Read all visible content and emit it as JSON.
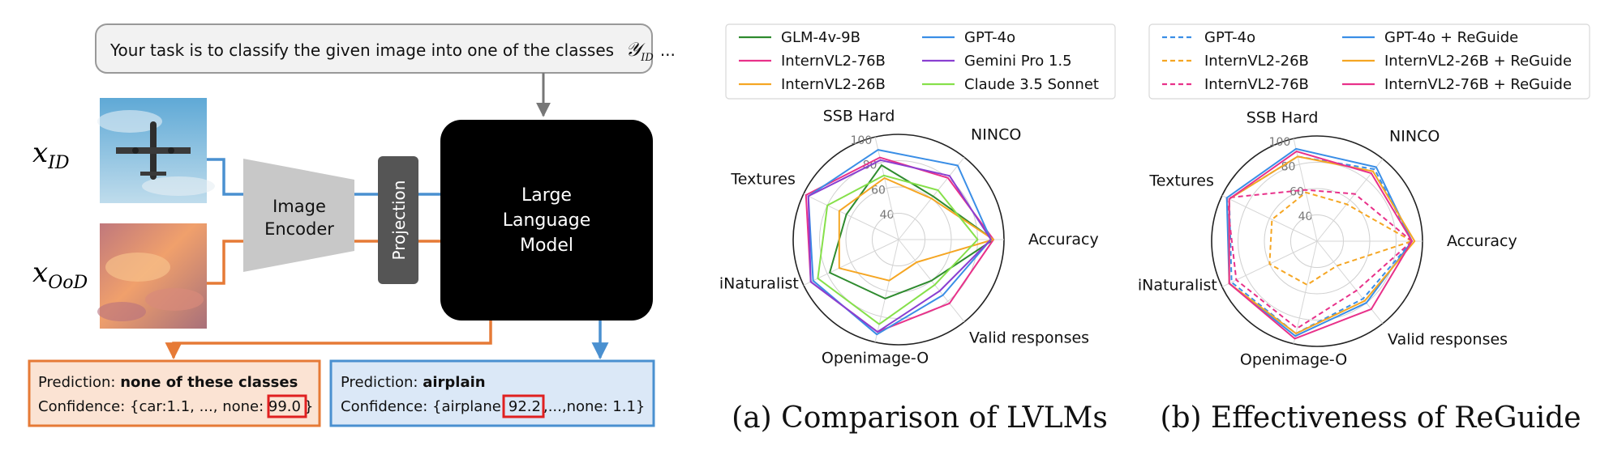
{
  "pipeline": {
    "prompt_text": "Your task is to classify the given image into one of the classes",
    "prompt_symbol": "𝒴",
    "prompt_symbol_sub": "ID",
    "prompt_ellipsis": "...",
    "x_id_main": "x",
    "x_id_sub": "ID",
    "x_ood_main": "x",
    "x_ood_sub": "OoD",
    "encoder_line1": "Image",
    "encoder_line2": "Encoder",
    "projection": "Projection",
    "llm_line1": "Large",
    "llm_line2": "Language",
    "llm_line3": "Model",
    "left_pred_prefix": "Prediction: ",
    "left_pred_value": "none of these classes",
    "left_conf_prefix": "Confidence: {car:1.1, ..., none: ",
    "left_conf_highlight": "99.0",
    "left_conf_suffix": "}",
    "right_pred_prefix": "Prediction: ",
    "right_pred_value": "airplain",
    "right_conf_prefix": "Confidence: {airplane:",
    "right_conf_highlight": "92.2",
    "right_conf_suffix": ",...,none: 1.1}",
    "colors": {
      "blue": "#4a90d0",
      "orange": "#e67a36",
      "llm": "#000000",
      "encoder": "#c8c8c8",
      "projection": "#555555",
      "highlight": "#e02020"
    }
  },
  "chart_data": [
    {
      "type": "radar",
      "caption": "(a) Comparison of LVLMs",
      "axes": [
        "Accuracy",
        "NINCO",
        "SSB Hard",
        "Textures",
        "iNaturalist",
        "Openimage-O",
        "Valid responses"
      ],
      "rlim": [
        20,
        100
      ],
      "ticks": [
        40,
        60,
        80,
        100
      ],
      "legend_placement": "top",
      "series": [
        {
          "name": "GLM-4v-9B",
          "color": "#2e8b2e",
          "dash": "solid",
          "values": [
            92,
            62,
            78,
            64,
            78,
            66,
            60
          ]
        },
        {
          "name": "InternVL2-76B",
          "color": "#e8318a",
          "dash": "solid",
          "values": [
            92,
            80,
            84,
            98,
            94,
            92,
            82
          ]
        },
        {
          "name": "InternVL2-26B",
          "color": "#f5a623",
          "dash": "solid",
          "values": [
            92,
            60,
            68,
            70,
            70,
            52,
            42
          ]
        },
        {
          "name": "GPT-4o",
          "color": "#3a8ee6",
          "dash": "solid",
          "values": [
            90,
            92,
            90,
            96,
            92,
            94,
            74
          ]
        },
        {
          "name": "Gemini Pro 1.5",
          "color": "#8a3fd1",
          "dash": "solid",
          "values": [
            90,
            82,
            82,
            96,
            94,
            92,
            70
          ]
        },
        {
          "name": "Claude 3.5 Sonnet",
          "color": "#86e04a",
          "dash": "solid",
          "values": [
            80,
            68,
            70,
            80,
            88,
            86,
            64
          ]
        }
      ]
    },
    {
      "type": "radar",
      "caption": "(b) Effectiveness of ReGuide",
      "axes": [
        "Accuracy",
        "NINCO",
        "SSB Hard",
        "Textures",
        "iNaturalist",
        "Openimage-O",
        "Valid responses"
      ],
      "rlim": [
        20,
        100
      ],
      "ticks": [
        40,
        60,
        80,
        100
      ],
      "legend_placement": "top",
      "series": [
        {
          "name": "GPT-4o",
          "color": "#3a8ee6",
          "dash": "dashed",
          "values": [
            92,
            90,
            86,
            94,
            92,
            92,
            76
          ]
        },
        {
          "name": "InternVL2-26B",
          "color": "#f5a623",
          "dash": "dashed",
          "values": [
            92,
            56,
            58,
            58,
            60,
            54,
            44
          ]
        },
        {
          "name": "InternVL2-76B",
          "color": "#e8318a",
          "dash": "dashed",
          "values": [
            92,
            66,
            60,
            96,
            88,
            88,
            68
          ]
        },
        {
          "name": "GPT-4o + ReGuide",
          "color": "#3a8ee6",
          "dash": "solid",
          "values": [
            92,
            92,
            92,
            96,
            94,
            94,
            80
          ]
        },
        {
          "name": "InternVL2-26B + ReGuide",
          "color": "#f5a623",
          "dash": "solid",
          "values": [
            94,
            88,
            86,
            94,
            94,
            92,
            78
          ]
        },
        {
          "name": "InternVL2-76B + ReGuide",
          "color": "#e8318a",
          "dash": "solid",
          "values": [
            92,
            86,
            90,
            94,
            94,
            96,
            86
          ]
        }
      ]
    }
  ]
}
